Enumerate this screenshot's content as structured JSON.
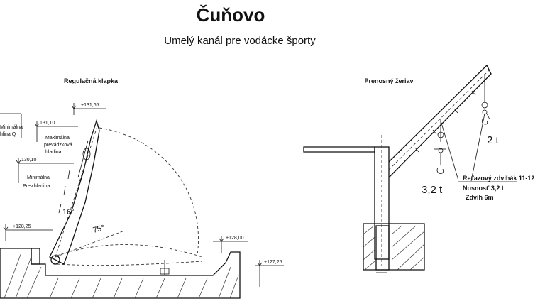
{
  "title": "Čuňovo",
  "subtitle": "Umelý kanál pre vodácke športy",
  "left_drawing": {
    "heading": "Regulačná klapka",
    "level_top": "+131,65",
    "level_max": "131,10",
    "max_label_1": "Maximálna",
    "max_label_2": "prevádzková",
    "max_label_3": "hladina",
    "level_min": "130,10",
    "min_label_1": "Minimálna",
    "min_label_2": "Prev.hladina",
    "edge_label_1": "Minimálna",
    "edge_label_2": "hlina Q",
    "angle_small": "16°",
    "angle_large": "75°",
    "level_left": "+128,25",
    "level_right": "+128,00",
    "level_bottom": "+127,25"
  },
  "right_drawing": {
    "heading": "Prenosný žeriav",
    "load_right": "2 t",
    "load_left": "3,2 t",
    "note_1": "Reťazový zdvihák 11-12",
    "note_2": "Nosnosť 3,2 t",
    "note_3": "Zdvih 6m"
  }
}
